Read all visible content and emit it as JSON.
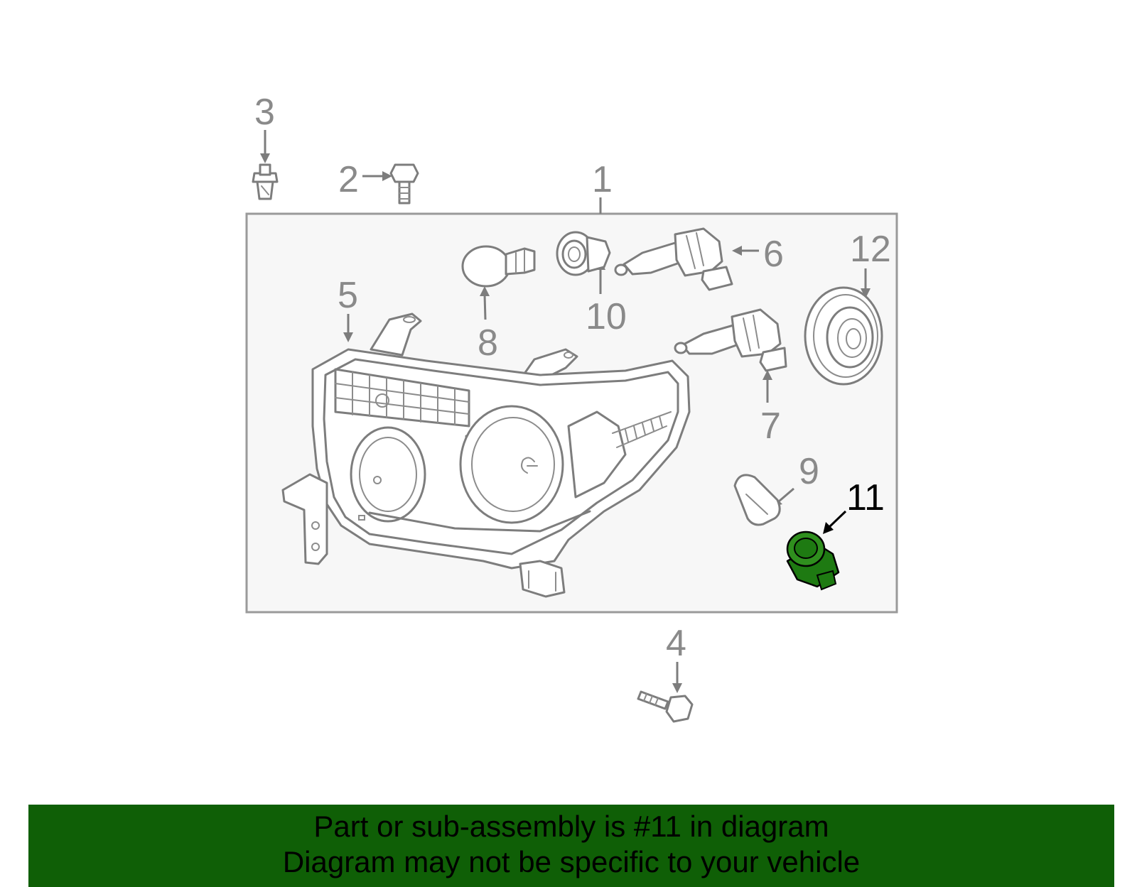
{
  "diagram": {
    "callouts": {
      "c1": "1",
      "c2": "2",
      "c3": "3",
      "c4": "4",
      "c5": "5",
      "c6": "6",
      "c7": "7",
      "c8": "8",
      "c9": "9",
      "c10": "10",
      "c11": "11",
      "c12": "12"
    },
    "highlighted_part": "11",
    "highlight_color": "#0f5f06",
    "line_color": "#7d7d7d"
  },
  "footer": {
    "line1": "Part or sub-assembly is #11 in diagram",
    "line2": "Diagram may not be specific to your vehicle",
    "background": "#0f5f06"
  }
}
